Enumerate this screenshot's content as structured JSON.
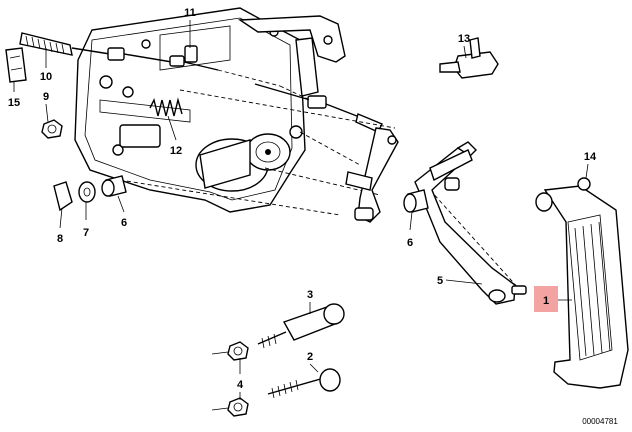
{
  "diagram": {
    "doc_code": "00004781",
    "highlight_color": "#f4a3a3",
    "callouts": [
      {
        "id": "c1",
        "label": "1",
        "highlighted": true
      },
      {
        "id": "c2",
        "label": "2"
      },
      {
        "id": "c3",
        "label": "3"
      },
      {
        "id": "c4",
        "label": "4"
      },
      {
        "id": "c5",
        "label": "5"
      },
      {
        "id": "c6a",
        "label": "6"
      },
      {
        "id": "c6b",
        "label": "6"
      },
      {
        "id": "c7",
        "label": "7"
      },
      {
        "id": "c8",
        "label": "8"
      },
      {
        "id": "c9",
        "label": "9"
      },
      {
        "id": "c10",
        "label": "10"
      },
      {
        "id": "c11",
        "label": "11"
      },
      {
        "id": "c12",
        "label": "12"
      },
      {
        "id": "c13",
        "label": "13"
      },
      {
        "id": "c14",
        "label": "14"
      },
      {
        "id": "c15",
        "label": "15"
      }
    ]
  }
}
